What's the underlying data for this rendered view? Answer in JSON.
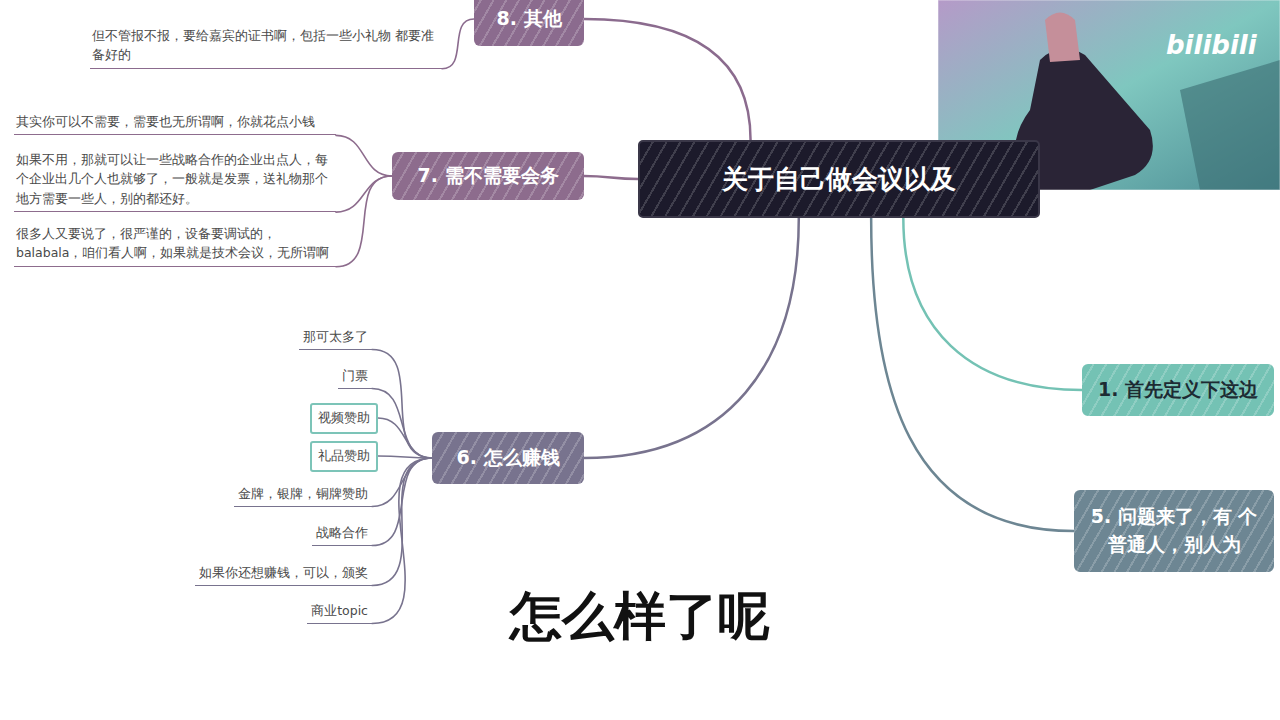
{
  "diagram": {
    "caption": "怎么样了呢",
    "nodes": [
      {
        "text": [
          "关于自己做会议以及"
        ]
      },
      {
        "text": [
          "8. 其他"
        ]
      },
      {
        "text": [
          "但不管报不报，要给嘉宾的证书啊，包括一些小礼物 都要准备好的"
        ]
      },
      {
        "text": [
          "7. 需不需要会务"
        ]
      },
      {
        "text": [
          "其实你可以不需要，需要也无所谓啊，你就花点小钱"
        ]
      },
      {
        "text": [
          "如果不用，那就可以让一些战略合作的企业出点人，每个企业出几个人也就够了，一般就是发票，送礼物那个地方需要一些人，别的都还好。"
        ]
      },
      {
        "text": [
          "很多人又要说了，很严谨的，设备要调试的，balabala，咱们看人啊，如果就是技术会议，无所谓啊"
        ]
      },
      {
        "text": [
          "6. 怎么赚钱"
        ]
      },
      {
        "text": [
          "那可太多了"
        ]
      },
      {
        "text": [
          "门票"
        ]
      },
      {
        "text": [
          "视频赞助"
        ]
      },
      {
        "text": [
          "礼品赞助"
        ]
      },
      {
        "text": [
          "金牌，银牌，铜牌赞助"
        ]
      },
      {
        "text": [
          "战略合作"
        ]
      },
      {
        "text": [
          "如果你还想赚钱，可以，颁奖"
        ]
      },
      {
        "text": [
          "商业topic"
        ]
      },
      {
        "text": [
          "1. 首先定义下这边"
        ]
      },
      {
        "text": [
          "5. 问题来了，有 个 普通人，别人为"
        ]
      }
    ],
    "edges": [
      {
        "from": 0,
        "to": 1,
        "arrow": "none"
      },
      {
        "from": 0,
        "to": 3,
        "arrow": "none"
      },
      {
        "from": 0,
        "to": 7,
        "arrow": "none"
      },
      {
        "from": 0,
        "to": 16,
        "arrow": "none"
      },
      {
        "from": 0,
        "to": 17,
        "arrow": "none"
      },
      {
        "from": 1,
        "to": 2,
        "arrow": "none"
      },
      {
        "from": 3,
        "to": 4,
        "arrow": "none"
      },
      {
        "from": 3,
        "to": 5,
        "arrow": "none"
      },
      {
        "from": 3,
        "to": 6,
        "arrow": "none"
      },
      {
        "from": 7,
        "to": 8,
        "arrow": "none"
      },
      {
        "from": 7,
        "to": 9,
        "arrow": "none"
      },
      {
        "from": 7,
        "to": 10,
        "arrow": "none"
      },
      {
        "from": 7,
        "to": 11,
        "arrow": "none"
      },
      {
        "from": 7,
        "to": 12,
        "arrow": "none"
      },
      {
        "from": 7,
        "to": 13,
        "arrow": "none"
      },
      {
        "from": 7,
        "to": 14,
        "arrow": "none"
      },
      {
        "from": 7,
        "to": 15,
        "arrow": "none"
      }
    ],
    "labels": [
      "bilibili"
    ]
  }
}
